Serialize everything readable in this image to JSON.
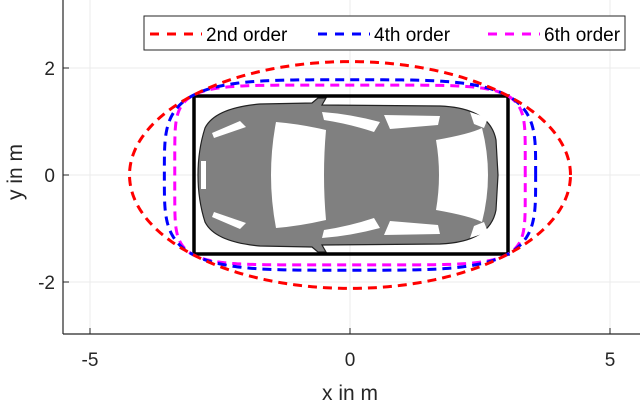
{
  "chart_data": {
    "type": "line",
    "title": "",
    "xlabel": "x in m",
    "ylabel": "y in m",
    "xlim": [
      -5.54,
      5.58
    ],
    "ylim": [
      -3.0,
      3.27
    ],
    "xticks": [
      -5,
      0,
      5
    ],
    "yticks": [
      -2,
      0,
      2
    ],
    "xtick_labels": [
      "-5",
      "0",
      "5"
    ],
    "ytick_labels": [
      "-2",
      "0",
      "2"
    ],
    "grid": true,
    "legend_position": "top-right (horizontal)",
    "vehicle_box": {
      "x": [
        -3,
        3
      ],
      "y": [
        -1.5,
        1.5
      ],
      "label": "car silhouette (top view)"
    },
    "series": [
      {
        "name": "2nd order",
        "color": "#ff0000",
        "style": "dashed",
        "order": 2,
        "semi_axis_x": 4.24,
        "semi_axis_y": 2.12
      },
      {
        "name": "4th order",
        "color": "#0000ff",
        "style": "dashed",
        "order": 4,
        "semi_axis_x": 3.57,
        "semi_axis_y": 1.78
      },
      {
        "name": "6th order",
        "color": "#ff00ff",
        "style": "dashed",
        "order": 6,
        "semi_axis_x": 3.37,
        "semi_axis_y": 1.68
      }
    ]
  }
}
